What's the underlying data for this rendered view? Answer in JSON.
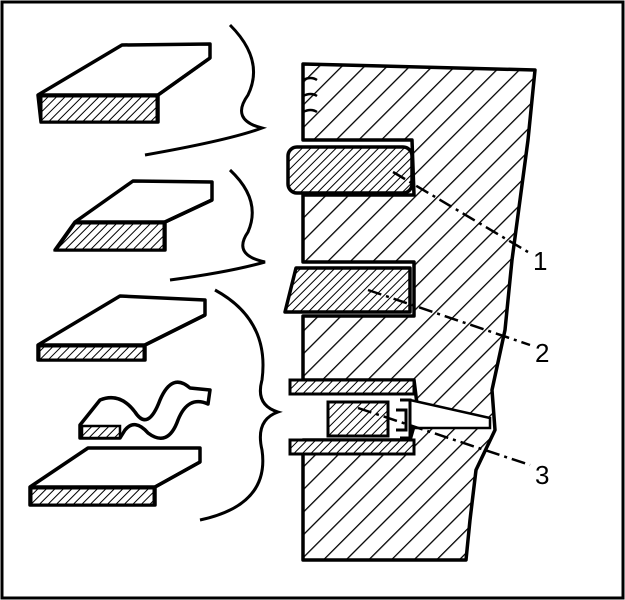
{
  "diagram": {
    "callouts": [
      "1",
      "2",
      "3"
    ],
    "ink_color": "#000000",
    "paper_color": "#ffffff"
  }
}
